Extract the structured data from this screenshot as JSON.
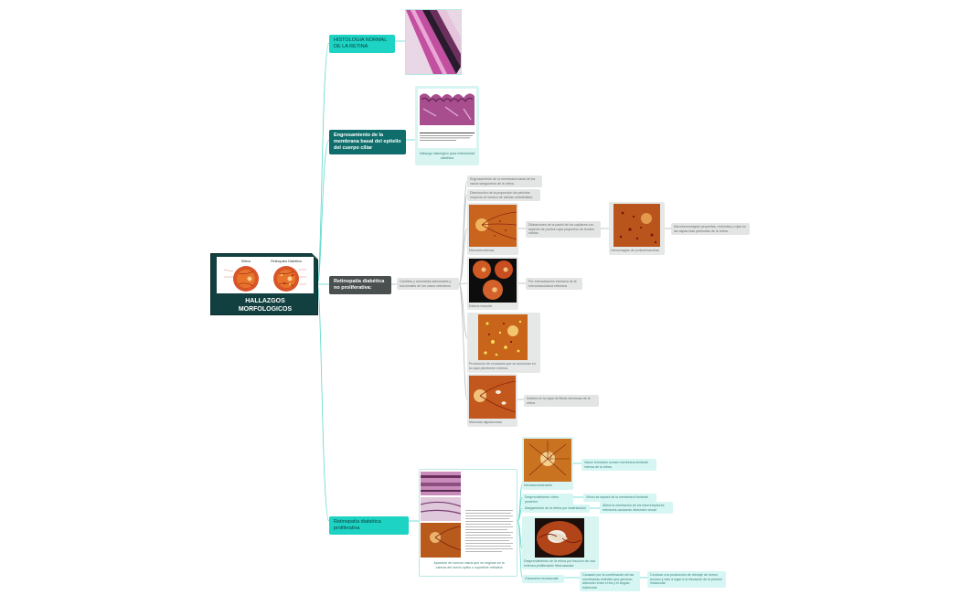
{
  "root": {
    "title_line1": "HALLAZGOS",
    "title_line2": "MORFOLOGICOS",
    "image_labels": [
      "Retina",
      "Retinopatía Diabética"
    ]
  },
  "branches": {
    "histologia": {
      "label": "HISTOLOGIA NORMAL DE LA RETINA"
    },
    "engrosamiento": {
      "label": "Engrosamiento de la membrana basal del epitelio del cuerpo ciliar",
      "caption": "Hallazgo histológico para enfermedad diabética"
    },
    "no_proliferativa": {
      "label": "Retinopatía diabética no proliferativa:",
      "desc": "Cambios y anomalías adicionales y funcionales de los vasos retinianos",
      "items": {
        "engrosamiento": "Engrosamiento de la membrana basal de los vasos sanguíneos de la retina.",
        "disminucion": "Disminución de la proporción de pericitos respecto al número de células endoteliales.",
        "micro_caption": "Microaneurismas",
        "micro_desc": "Dilataciones de la pared de los capilares con aspecto de puntos rojos pequeños de bordes nítidos.",
        "hemorragias_caption": "Hemorragias de puntos/manchas",
        "hemorragias_desc": "Microhemorragias pequeñas, redondas y rojas en las capas más profundas de la retina",
        "edema_caption": "Edema macular",
        "edema_desc": "Por extravasación excesiva de la microvasculatura retiniana",
        "exudados_caption": "Producción de exudados que se acumulan en la capa plexiforme externa",
        "manchas_caption": "Manchas algodonosas",
        "manchas_desc": "Infartos en la capa de fibras nerviosas de la retina"
      }
    },
    "proliferativa": {
      "label": "Retinopatía diabética proliferativa",
      "caption": "Aparición de nuevos vasos que se originan en la cabeza del nervio óptico o superficie retiniana",
      "items": {
        "neo_caption": "Neovascularización",
        "neo_desc": "Vasos formados cursan membrana limitante interna de la retina",
        "desprendimiento_vitreo": "Desprendimiento vítreo posterior",
        "desprendimiento_vitreo_desc": "Vítreo se separa de la membrana limitante",
        "alargamiento": "Alargamiento de la retina por cicatrización",
        "alargamiento_desc": "Altera la orientación de los fotorreceptores retinianos causando distorsión visual",
        "desprendimiento_retina_caption": "Desprendimiento de la retina por tracción de una extensa proliferación fibrovascular",
        "glaucoma": "Glaucoma neovascular",
        "glaucoma_desc": "Causado por la combinación de las membranas estériles que generan adhesión entre el iris y el ángulo trabecular",
        "glaucoma_desc2": "Conduce a la producción de drenaje de humor acuoso y esto a lugar a la elevación de la presión intraocular"
      }
    }
  }
}
